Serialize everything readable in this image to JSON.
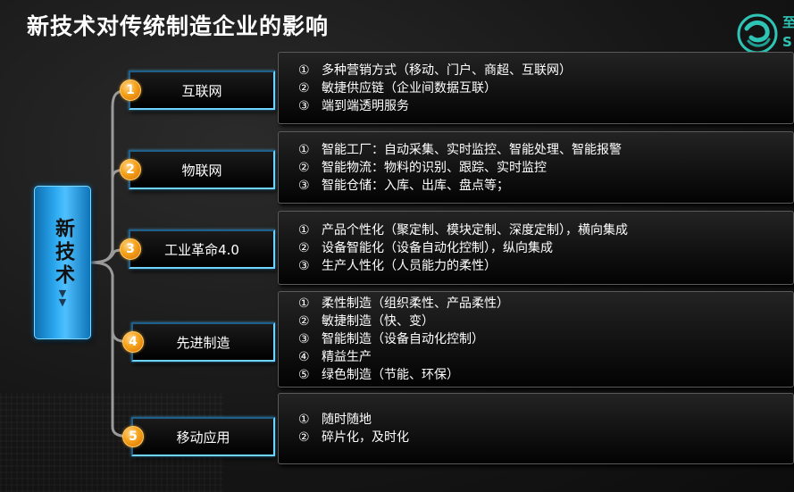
{
  "title": "新技术对传统制造企业的影响",
  "logo": {
    "text": "至S",
    "accent_color": "#2ec4b6"
  },
  "center": {
    "label": "新技术",
    "icon": "chevron-down-icon"
  },
  "colors": {
    "item_border": "#6ed3ff",
    "badge": "#f5a21b",
    "main_box": "#2aa6ee"
  },
  "items": [
    {
      "num": "1",
      "label": "互联网",
      "details": [
        {
          "mark": "①",
          "text": "多种营销方式（移动、门户、商超、互联网）"
        },
        {
          "mark": "②",
          "text": "敏捷供应链（企业间数据互联）"
        },
        {
          "mark": "③",
          "text": "端到端透明服务"
        }
      ]
    },
    {
      "num": "2",
      "label": "物联网",
      "details": [
        {
          "mark": "①",
          "text": "智能工厂：自动采集、实时监控、智能处理、智能报警"
        },
        {
          "mark": "②",
          "text": "智能物流：物料的识别、跟踪、实时监控"
        },
        {
          "mark": "③",
          "text": "智能仓储：入库、出库、盘点等；"
        }
      ]
    },
    {
      "num": "3",
      "label": "工业革命4.0",
      "details": [
        {
          "mark": "①",
          "text": "产品个性化（聚定制、模块定制、深度定制），横向集成"
        },
        {
          "mark": "②",
          "text": "设备智能化（设备自动化控制），纵向集成"
        },
        {
          "mark": "③",
          "text": "生产人性化（人员能力的柔性）"
        }
      ]
    },
    {
      "num": "4",
      "label": "先进制造",
      "details": [
        {
          "mark": "①",
          "text": "柔性制造（组织柔性、产品柔性）"
        },
        {
          "mark": "②",
          "text": "敏捷制造（快、变）"
        },
        {
          "mark": "③",
          "text": "智能制造（设备自动化控制）"
        },
        {
          "mark": "④",
          "text": "精益生产"
        },
        {
          "mark": "⑤",
          "text": "绿色制造（节能、环保）"
        }
      ]
    },
    {
      "num": "5",
      "label": "移动应用",
      "details": [
        {
          "mark": "①",
          "text": "随时随地"
        },
        {
          "mark": "②",
          "text": "碎片化，及时化"
        }
      ]
    }
  ]
}
